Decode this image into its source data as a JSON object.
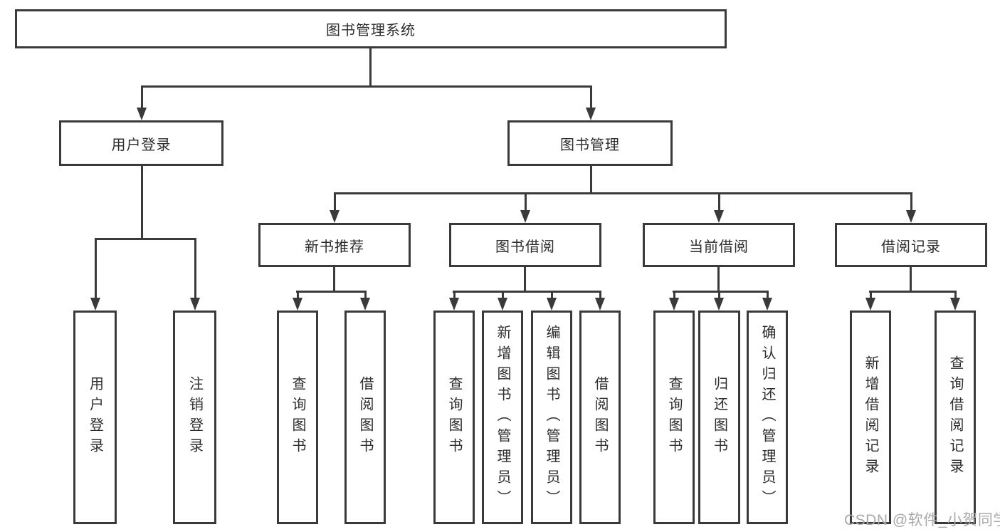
{
  "diagram": {
    "root": {
      "label": "图书管理系统"
    },
    "level2": [
      {
        "label": "用户登录"
      },
      {
        "label": "图书管理"
      }
    ],
    "level3": [
      {
        "label": "新书推荐"
      },
      {
        "label": "图书借阅"
      },
      {
        "label": "当前借阅"
      },
      {
        "label": "借阅记录"
      }
    ],
    "leaves": {
      "user_login": [
        {
          "label": "用户登录"
        },
        {
          "label": "注销登录"
        }
      ],
      "new_book": [
        {
          "label": "查询图书"
        },
        {
          "label": "借阅图书"
        }
      ],
      "book_borrow": [
        {
          "label": "查询图书"
        },
        {
          "label": "新增图书（管理员）"
        },
        {
          "label": "编辑图书（管理员）"
        },
        {
          "label": "借阅图书"
        }
      ],
      "current_borrow": [
        {
          "label": "查询图书"
        },
        {
          "label": "归还图书"
        },
        {
          "label": "确认归还（管理员）"
        }
      ],
      "borrow_record": [
        {
          "label": "新增借阅记录"
        },
        {
          "label": "查询借阅记录"
        }
      ]
    }
  },
  "watermark": {
    "text": "CSDN @软件_小贺同学"
  },
  "colors": {
    "line": "#3a3a3a",
    "text": "#2d2d2d",
    "watermark": "#a9a9a9",
    "background": "#ffffff"
  }
}
